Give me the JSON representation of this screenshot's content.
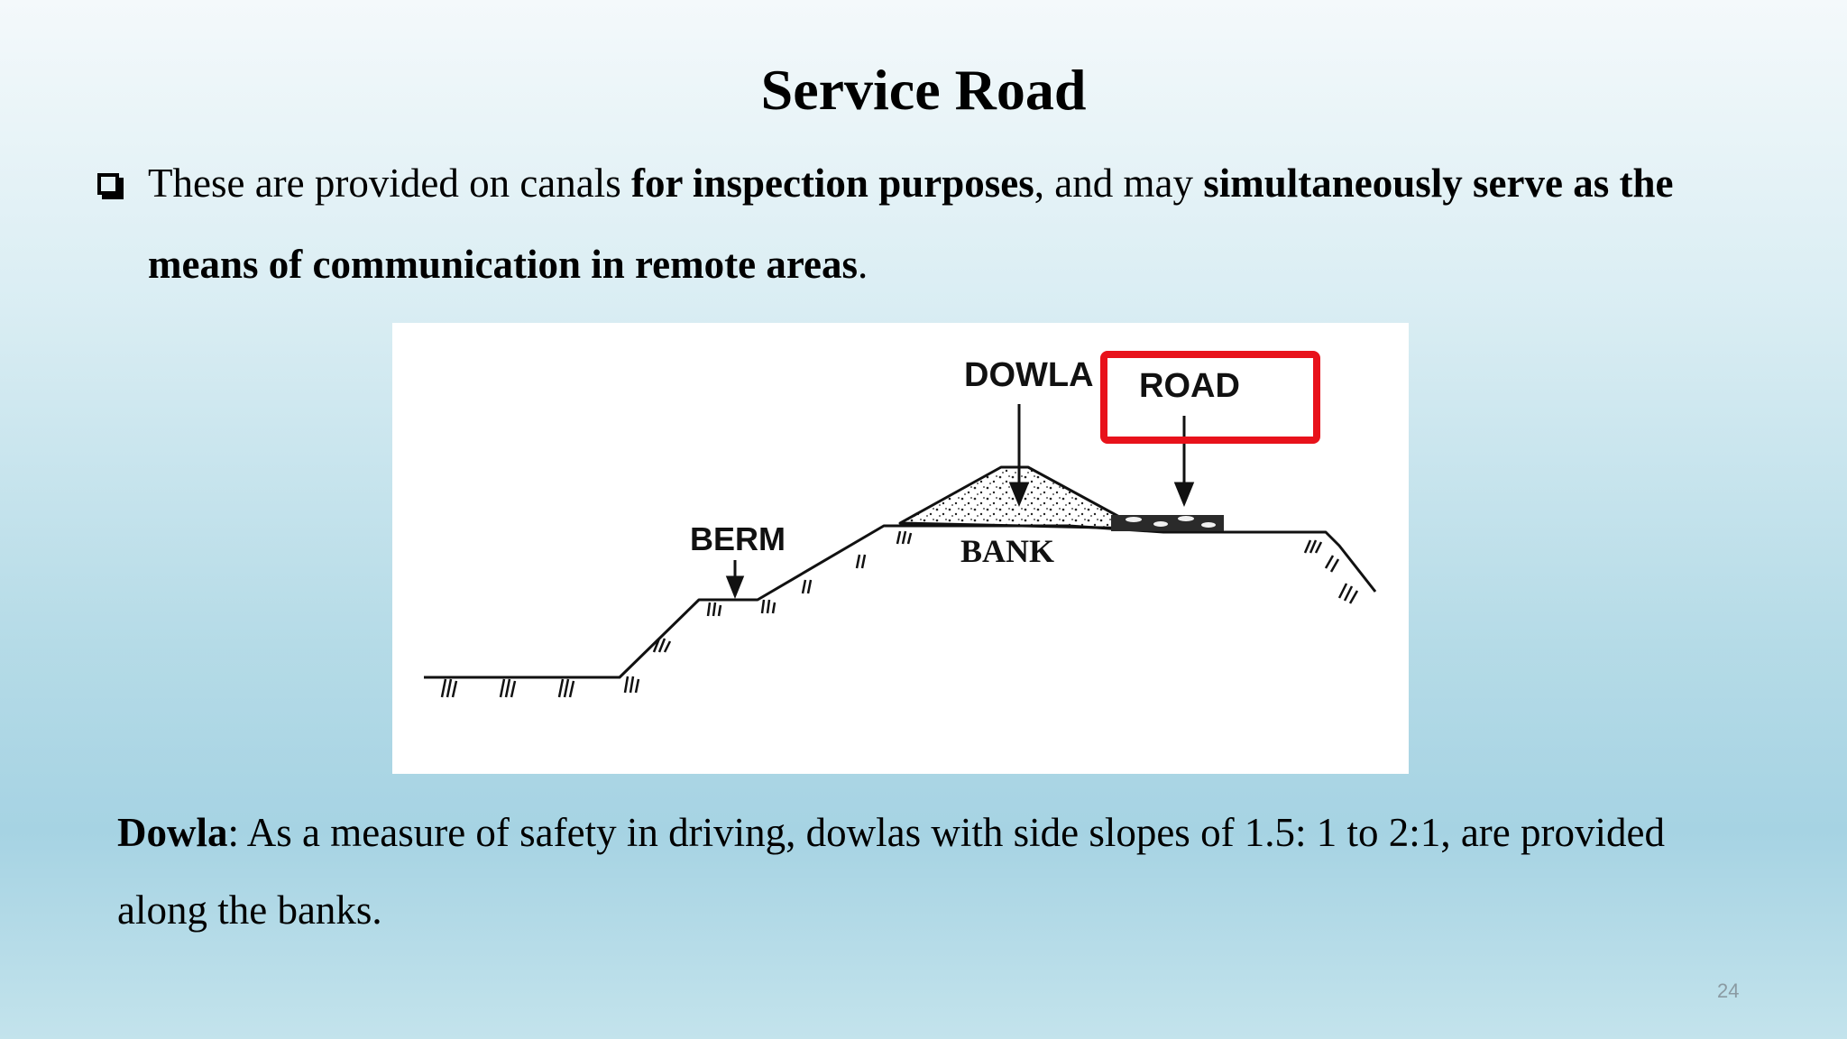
{
  "slide": {
    "title": "Service Road",
    "page_number": "24"
  },
  "bullet": {
    "part1": "These are provided on canals ",
    "bold1": "for inspection purposes",
    "part2": ", and may ",
    "bold2": "simultaneously serve as the means of communication in remote areas",
    "part3": "."
  },
  "diagram": {
    "labels": {
      "dowla": "DOWLA",
      "road": "ROAD",
      "berm": "BERM",
      "bank": "BANK"
    },
    "highlight_color": "#e8121b"
  },
  "caption": {
    "term": "Dowla",
    "text": ": As a measure of safety in driving, dowlas with side slopes of 1.5: 1 to 2:1, are provided along the banks."
  }
}
